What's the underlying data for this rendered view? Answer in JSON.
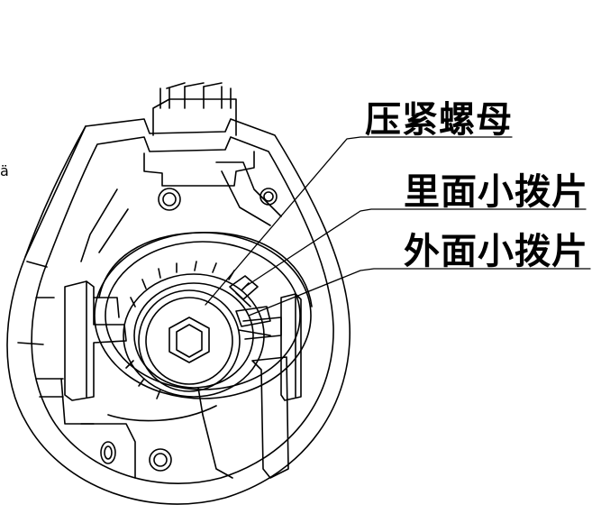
{
  "labels": {
    "nut": "压紧螺母",
    "inner_tab": "里面小拨片",
    "outer_tab": "外面小拨片"
  },
  "stray_mark": "ä",
  "colors": {
    "line": "#000000",
    "background": "#ffffff"
  }
}
